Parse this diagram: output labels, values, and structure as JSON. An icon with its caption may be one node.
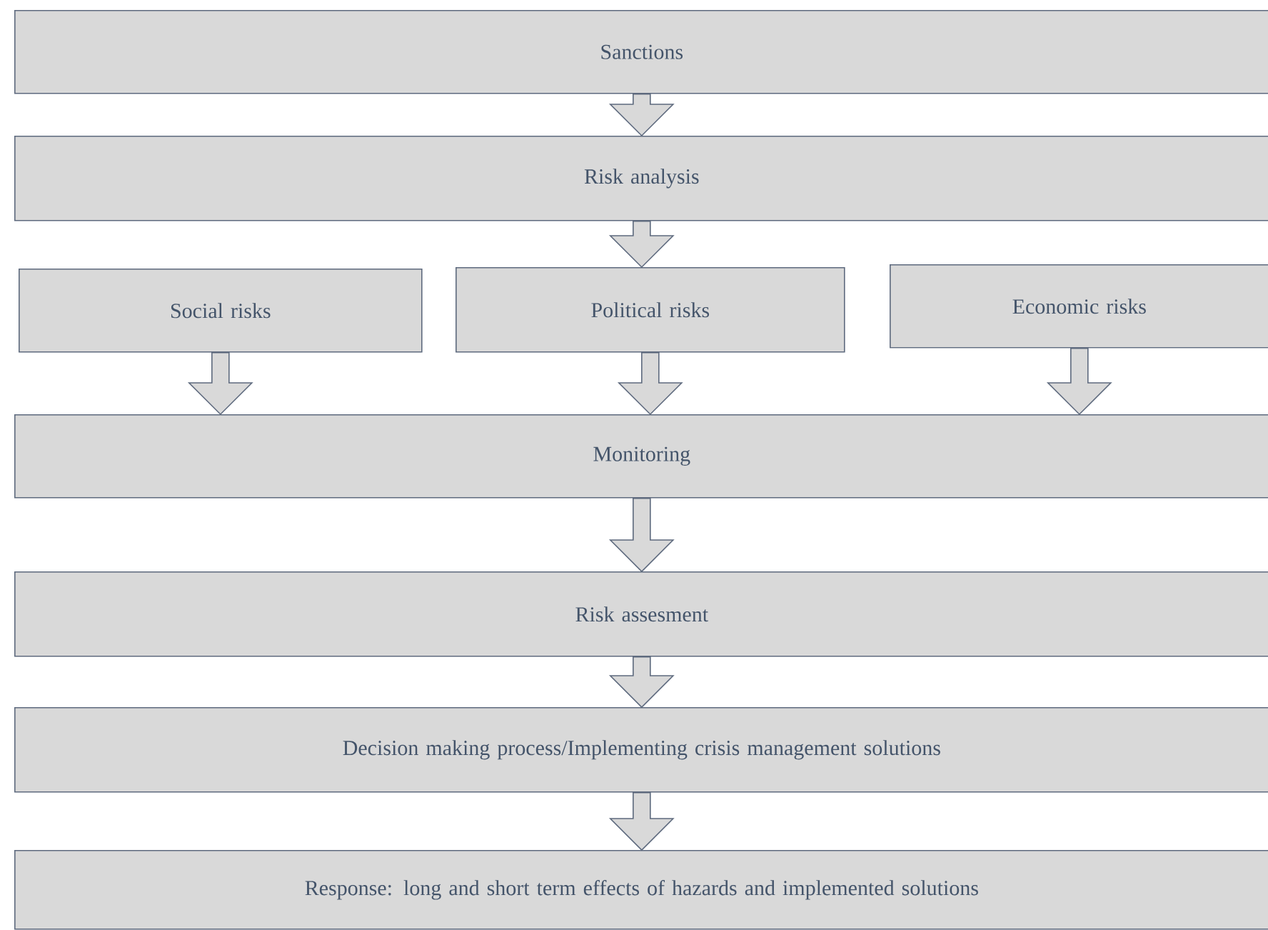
{
  "diagram": {
    "nodes": [
      {
        "text": [
          "Sanctions"
        ]
      },
      {
        "text": [
          "Risk analysis"
        ]
      },
      {
        "text": [
          "Social risks"
        ]
      },
      {
        "text": [
          "Political risks"
        ]
      },
      {
        "text": [
          "Economic risks"
        ]
      },
      {
        "text": [
          "Monitoring"
        ]
      },
      {
        "text": [
          "Risk assesment"
        ]
      },
      {
        "text": [
          "Decision making process/Implementing crisis management solutions"
        ]
      },
      {
        "text": [
          "Response: long and short term effects of hazards and implemented solutions"
        ]
      }
    ],
    "edges": [
      {
        "from": 0,
        "to": 1,
        "arrow": "to"
      },
      {
        "from": 1,
        "to": 3,
        "arrow": "to"
      },
      {
        "from": 2,
        "to": 5,
        "arrow": "to"
      },
      {
        "from": 3,
        "to": 5,
        "arrow": "to"
      },
      {
        "from": 4,
        "to": 5,
        "arrow": "to"
      },
      {
        "from": 5,
        "to": 6,
        "arrow": "to"
      },
      {
        "from": 6,
        "to": 7,
        "arrow": "to"
      },
      {
        "from": 7,
        "to": 8,
        "arrow": "to"
      }
    ]
  }
}
